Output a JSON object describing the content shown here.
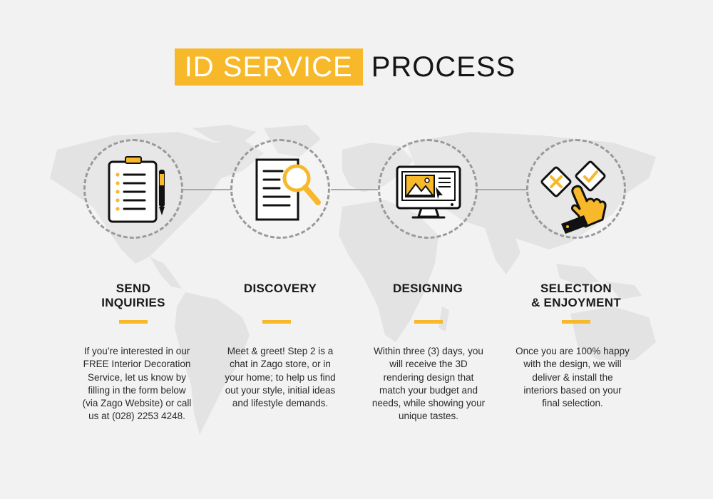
{
  "header": {
    "title_highlight": "ID SERVICE",
    "title_rest": "PROCESS"
  },
  "colors": {
    "accent": "#f7b82a",
    "background": "#f2f2f2",
    "text": "#1a1a1a",
    "dashed_circle": "#9a9a9a"
  },
  "steps": [
    {
      "icon": "clipboard-pen-icon",
      "title_line1": "SEND",
      "title_line2": "INQUIRIES",
      "description": "If you’re interested in our FREE Interior Decoration Service, let us know by filling in the form below (via Zago Website) or call us at (028) 2253 4248."
    },
    {
      "icon": "document-magnifier-icon",
      "title_line1": "DISCOVERY",
      "title_line2": "",
      "description": "Meet & greet! Step 2 is a chat in Zago store, or in your home; to help us find out your style, initial ideas and lifestyle demands."
    },
    {
      "icon": "monitor-design-icon",
      "title_line1": "DESIGNING",
      "title_line2": "",
      "description": "Within three (3) days, you will receive the 3D rendering design that match your budget and needs, while showing your unique tastes."
    },
    {
      "icon": "hand-selecting-check-icon",
      "title_line1": "SELECTION",
      "title_line2": "& ENJOYMENT",
      "description": "Once you are 100% happy with the design, we will deliver & install the interiors based on your final selection."
    }
  ]
}
